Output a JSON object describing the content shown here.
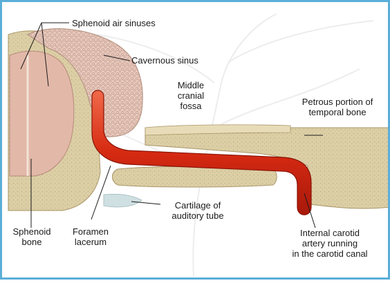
{
  "labels": {
    "sphenoid_air_sinuses": "Sphenoid air sinuses",
    "cavernous_sinus": "Cavernous sinus",
    "middle_cranial_fossa": [
      "Middle",
      "cranial",
      "fossa"
    ],
    "petrous_portion": [
      "Petrous portion of",
      "temporal bone"
    ],
    "cartilage_auditory_tube": [
      "Cartilage of",
      "auditory tube"
    ],
    "sphenoid_bone": [
      "Sphenoid",
      "bone"
    ],
    "foramen_lacerum": [
      "Foramen",
      "lacerum"
    ],
    "internal_carotid": [
      "Internal carotid",
      "artery running",
      "in the carotid canal"
    ]
  },
  "colors": {
    "border": "#5aaed8",
    "bone": "#dccfa6",
    "bone_dark": "#c8b88a",
    "sinus_tissue": "#d9b3a5",
    "sphenoid_body": "#e2b8a8",
    "artery": "#d62a12",
    "artery_highlight": "#f06a4a",
    "cartilage": "#cfe0e2"
  }
}
